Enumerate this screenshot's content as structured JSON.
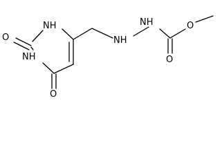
{
  "molecule": {
    "atoms": {
      "o_top": "O",
      "nh_ring_top": "NH",
      "nh_ring_bottom": "NH",
      "o_bottom": "O",
      "nh_hydrazine_1": "NH",
      "nh_hydrazine_2": "NH",
      "o_ester": "O",
      "o_carbonyl": "O"
    }
  }
}
